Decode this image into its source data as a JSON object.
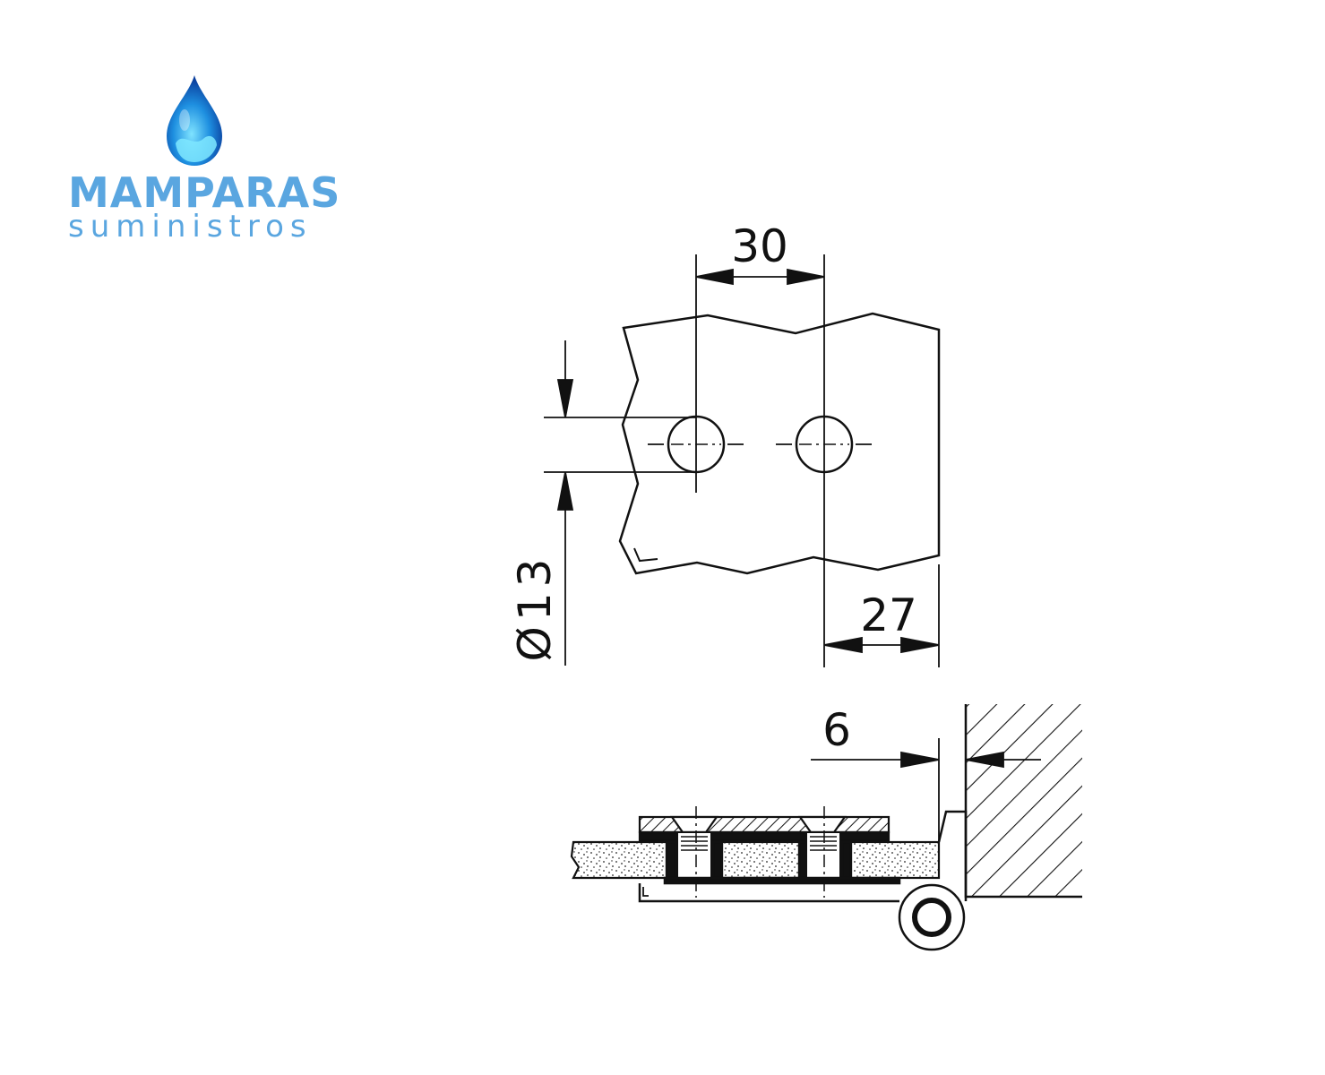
{
  "logo": {
    "title": "MAMPARAS",
    "subtitle": "suministros",
    "brand_color": "#5aa6e0",
    "icon": "water-drop-icon"
  },
  "dimensions": {
    "hole_spacing": "30",
    "edge_distance": "27",
    "hole_diameter": "Ø13",
    "wall_gap": "6"
  },
  "colors": {
    "line": "#111111",
    "background": "#ffffff"
  }
}
